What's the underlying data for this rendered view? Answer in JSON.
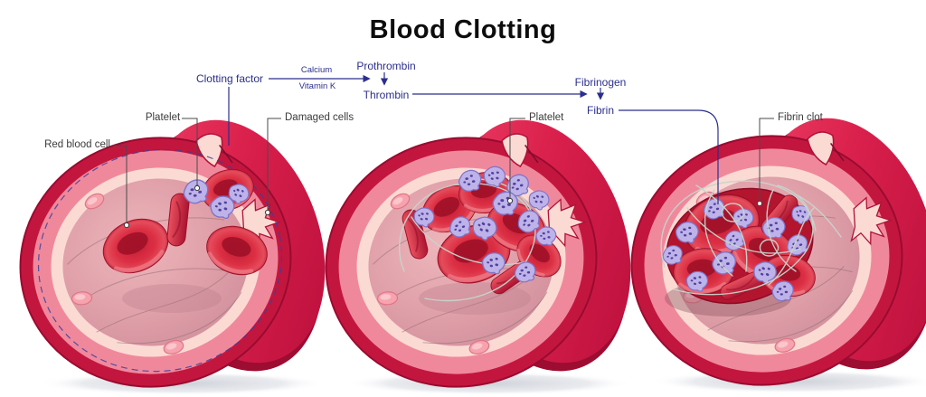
{
  "title": "Blood Clotting",
  "flow": {
    "clotting_factor": "Clotting factor",
    "calcium": "Calcium",
    "vitamin_k": "Vitamin K",
    "prothrombin": "Prothrombin",
    "thrombin": "Thrombin",
    "fibrinogen": "Fibrinogen",
    "fibrin": "Fibrin"
  },
  "annotations": {
    "red_blood_cell": "Red blood cell",
    "platelet_stage1": "Platelet",
    "damaged_cells": "Damaged cells",
    "platelet_stage2": "Platelet",
    "fibrin_clot": "Fibrin clot"
  },
  "colors": {
    "title_text": "#0d0d0d",
    "flow_text": "#2b2f8c",
    "annotation_text": "#3b3b3b",
    "vessel_outer_body": "#d91f4b",
    "vessel_rim": "#c3163e",
    "vessel_wall_band": "#f0889c",
    "vessel_lining": "#fbdad3",
    "vessel_lumen": "#e0a0a9",
    "red_blood_cell": "#d32740",
    "platelet_fill": "#bdb3e9",
    "platelet_outline": "#7f73c8",
    "fibrin_strand": "#c7d4cc",
    "dashed_outline": "#3a3f9b"
  }
}
